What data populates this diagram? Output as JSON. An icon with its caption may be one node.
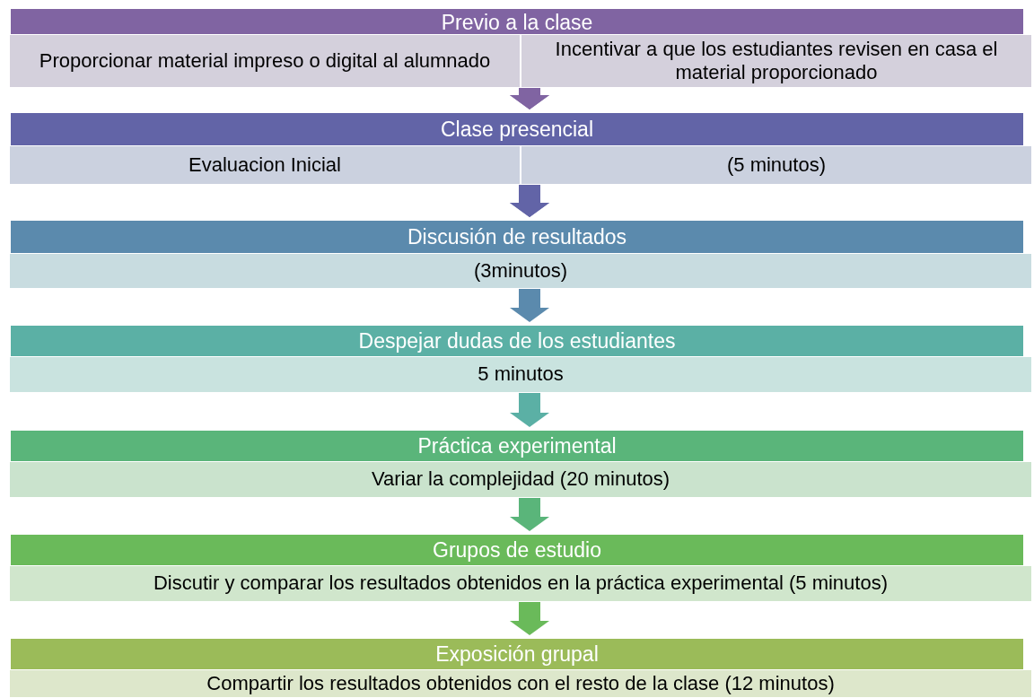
{
  "diagram": {
    "nodes": [
      {
        "text": [
          "Previo a la clase"
        ]
      },
      {
        "text": [
          "Proporcionar material impreso o digital al alumnado"
        ]
      },
      {
        "text": [
          "Incentivar a que los estudiantes revisen en casa el material proporcionado"
        ]
      },
      {
        "text": [
          "Clase presencial"
        ]
      },
      {
        "text": [
          "Evaluacion Inicial"
        ]
      },
      {
        "text": [
          "(5 minutos)"
        ]
      },
      {
        "text": [
          "Discusión de resultados"
        ]
      },
      {
        "text": [
          "(3minutos)"
        ]
      },
      {
        "text": [
          "Despejar dudas de los estudiantes"
        ]
      },
      {
        "text": [
          "5 minutos"
        ]
      },
      {
        "text": [
          "Práctica experimental"
        ]
      },
      {
        "text": [
          "Variar la complejidad (20 minutos)"
        ]
      },
      {
        "text": [
          "Grupos de estudio"
        ]
      },
      {
        "text": [
          "Discutir y comparar los resultados obtenidos en la práctica experimental (5 minutos)"
        ]
      },
      {
        "text": [
          "Exposición grupal"
        ]
      },
      {
        "text": [
          "Compartir los resultados obtenidos con el resto de la clase (12 minutos)"
        ]
      }
    ],
    "edges": [
      {
        "from": 1,
        "to": 3,
        "arrow": "to",
        "color": "#8064a2"
      },
      {
        "from": 2,
        "to": 3,
        "arrow": "to",
        "color": "#8064a2"
      },
      {
        "from": 4,
        "to": 6,
        "arrow": "to",
        "color": "#6264a7"
      },
      {
        "from": 5,
        "to": 6,
        "arrow": "to",
        "color": "#6264a7"
      },
      {
        "from": 7,
        "to": 8,
        "arrow": "to",
        "color": "#5b8aad"
      },
      {
        "from": 9,
        "to": 10,
        "arrow": "to",
        "color": "#5bb0a5"
      },
      {
        "from": 11,
        "to": 12,
        "arrow": "to",
        "color": "#5ab57a"
      },
      {
        "from": 13,
        "to": 14,
        "arrow": "to",
        "color": "#6aba5a"
      }
    ]
  }
}
